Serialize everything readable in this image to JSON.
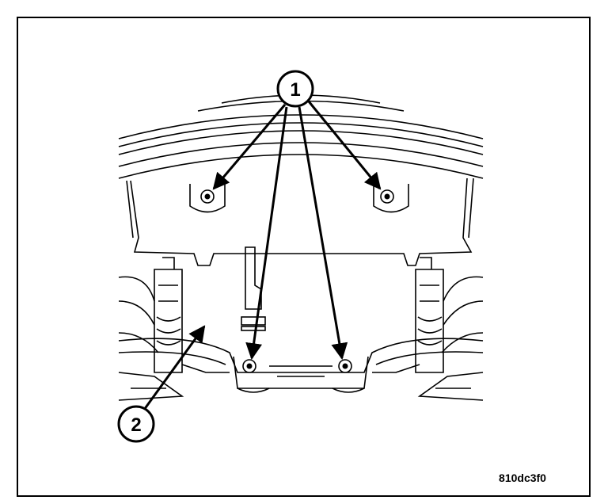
{
  "callouts": {
    "one": "1",
    "two": "2"
  },
  "figure_id": "810dc3f0",
  "colors": {
    "ink": "#000000",
    "paper": "#ffffff"
  }
}
